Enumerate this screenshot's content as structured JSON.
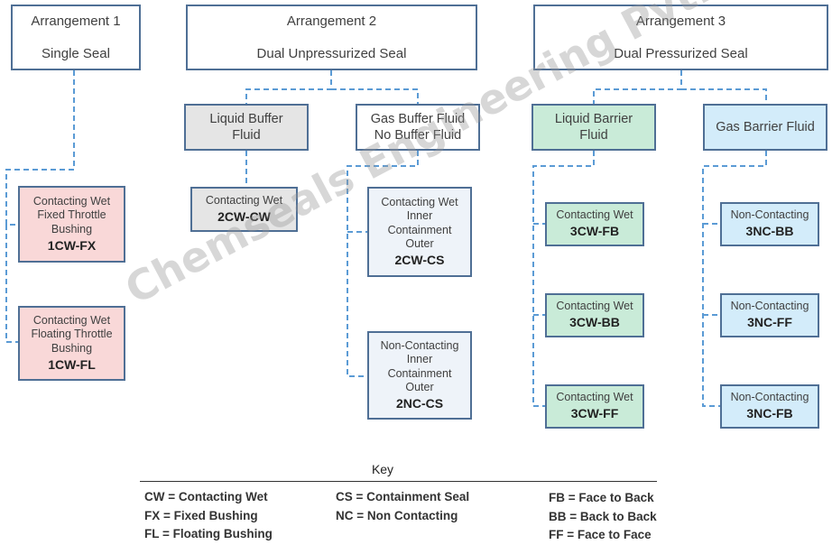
{
  "arrangements": [
    {
      "title": "Arrangement 1",
      "subtitle": "Single Seal"
    },
    {
      "title": "Arrangement 2",
      "subtitle": "Dual Unpressurized Seal"
    },
    {
      "title": "Arrangement 3",
      "subtitle": "Dual Pressurized Seal"
    }
  ],
  "categories": {
    "liquid_buffer": {
      "line1": "Liquid Buffer",
      "line2": "Fluid"
    },
    "gas_buffer": {
      "line1": "Gas Buffer Fluid",
      "line2": "No Buffer Fluid"
    },
    "liquid_barrier": {
      "line1": "Liquid Barrier",
      "line2": "Fluid"
    },
    "gas_barrier": {
      "line1": "Gas Barrier Fluid"
    }
  },
  "seals": {
    "1cw_fx": {
      "lines": [
        "Contacting Wet",
        "Fixed Throttle",
        "Bushing"
      ],
      "code": "1CW-FX"
    },
    "1cw_fl": {
      "lines": [
        "Contacting Wet",
        "Floating Throttle",
        "Bushing"
      ],
      "code": "1CW-FL"
    },
    "2cw_cw": {
      "lines": [
        "Contacting Wet"
      ],
      "code": "2CW-CW"
    },
    "2cw_cs": {
      "lines": [
        "Contacting Wet",
        "Inner",
        "Containment",
        "Outer"
      ],
      "code": "2CW-CS"
    },
    "2nc_cs": {
      "lines": [
        "Non-Contacting",
        "Inner",
        "Containment",
        "Outer"
      ],
      "code": "2NC-CS"
    },
    "3cw_fb": {
      "lines": [
        "Contacting Wet"
      ],
      "code": "3CW-FB"
    },
    "3cw_bb": {
      "lines": [
        "Contacting Wet"
      ],
      "code": "3CW-BB"
    },
    "3cw_ff": {
      "lines": [
        "Contacting Wet"
      ],
      "code": "3CW-FF"
    },
    "3nc_bb": {
      "lines": [
        "Non-Contacting"
      ],
      "code": "3NC-BB"
    },
    "3nc_ff": {
      "lines": [
        "Non-Contacting"
      ],
      "code": "3NC-FF"
    },
    "3nc_fb": {
      "lines": [
        "Non-Contacting"
      ],
      "code": "3NC-FB"
    }
  },
  "key": {
    "title": "Key",
    "col1": [
      "CW = Contacting Wet",
      "FX = Fixed Bushing",
      "FL = Floating Bushing"
    ],
    "col2": [
      "CS = Containment Seal",
      "NC = Non Contacting"
    ],
    "col3": [
      "FB = Face to Back",
      "BB = Back to Back",
      "FF = Face to Face"
    ]
  },
  "watermark": "Chemseals Engineering Pvt. Ltd",
  "colors": {
    "border": "#4f6f95",
    "connector": "#5b9bd5",
    "grey_fill": "#e5e5e5",
    "pink_fill": "#f9d8d8",
    "light_blue_fill": "#eef3f9",
    "green_fill": "#c9ebd8",
    "cyan_fill": "#d3ecfa"
  }
}
